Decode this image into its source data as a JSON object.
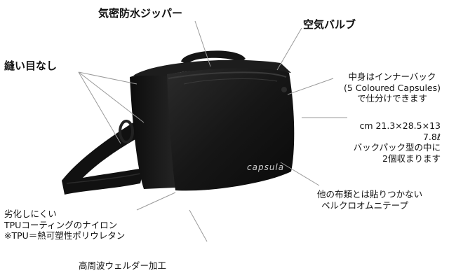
{
  "annotations": {
    "zipper": "気密防水ジッパー",
    "valve": "空気バルブ",
    "seamless": "縫い目なし",
    "inner_bag": [
      "中身はインナーバック",
      "(5 Coloured Capsules)",
      "で仕分けできます"
    ],
    "size": [
      "cm 21.3×28.5×13",
      "7.8ℓ",
      "バックパック型の中に",
      "2個収まります"
    ],
    "velcro": [
      "他の布類とは貼りつかない",
      "ベルクロオムニテープ"
    ],
    "material": [
      "劣化しにくい",
      "TPUコーティングのナイロン",
      "※TPU＝熱可塑性ポリウレタン"
    ],
    "welder": "高周波ウェルダー加工"
  },
  "logo_text": "capsula",
  "colors": {
    "bag": "#141414",
    "bag_highlight": "#3a3a3a",
    "leader_line": "#9a9a9a",
    "text": "#111111"
  }
}
